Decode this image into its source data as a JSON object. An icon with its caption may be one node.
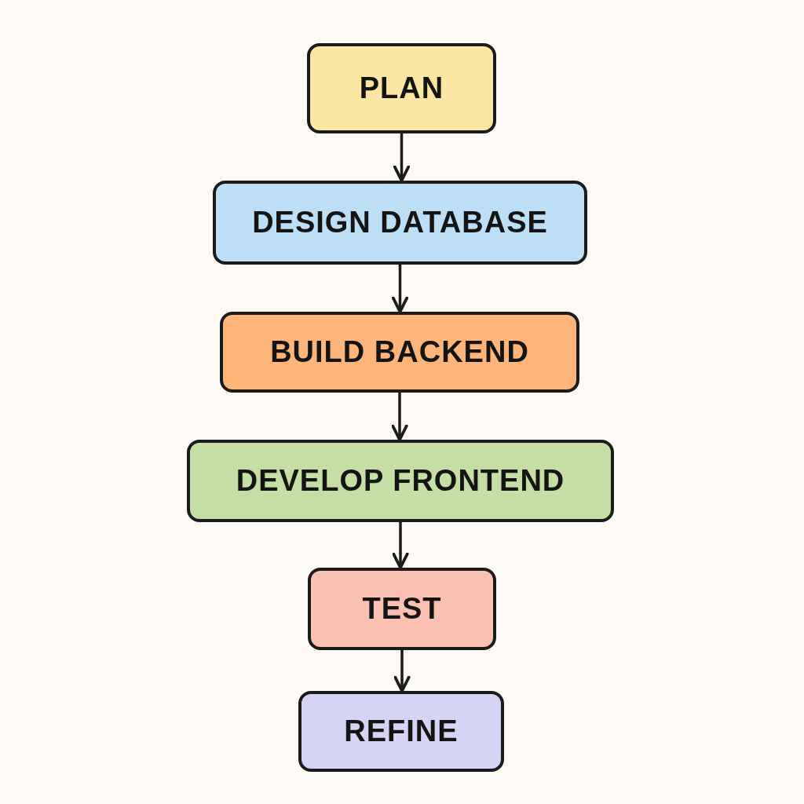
{
  "diagram": {
    "nodes": [
      {
        "text": [
          "PLAN"
        ]
      },
      {
        "text": [
          "DESIGN DATABASE"
        ]
      },
      {
        "text": [
          "BUILD BACKEND"
        ]
      },
      {
        "text": [
          "DEVELOP FRONTEND"
        ]
      },
      {
        "text": [
          "TEST"
        ]
      },
      {
        "text": [
          "REFINE"
        ]
      }
    ],
    "edges": [
      {
        "from": 0,
        "to": 1,
        "arrow": "to"
      },
      {
        "from": 1,
        "to": 2,
        "arrow": "to"
      },
      {
        "from": 2,
        "to": 3,
        "arrow": "to"
      },
      {
        "from": 3,
        "to": 4,
        "arrow": "to"
      },
      {
        "from": 4,
        "to": 5,
        "arrow": "to"
      }
    ]
  }
}
